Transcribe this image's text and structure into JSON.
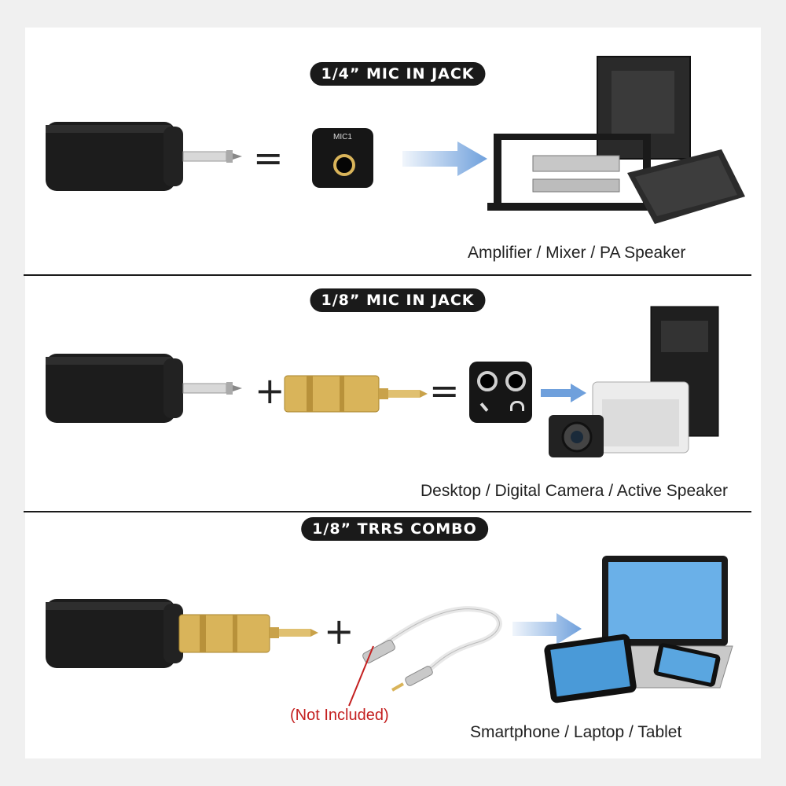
{
  "sections": [
    {
      "label": "1/4” MIC IN JACK",
      "caption": "Amplifier / Mixer / PA Speaker",
      "jack_label": "MIC1"
    },
    {
      "label": "1/8” MIC IN JACK",
      "caption": "Desktop / Digital Camera / Active Speaker"
    },
    {
      "label": "1/8” TRRS COMBO",
      "caption": "Smartphone / Laptop / Tablet",
      "note": "(Not Included)"
    }
  ],
  "symbols": {
    "equals": "=",
    "plus": "+"
  },
  "colors": {
    "arrow": "#6fa0dc",
    "gold": "#d9b45a",
    "note": "#c42020",
    "pill": "#1a1a1a"
  }
}
